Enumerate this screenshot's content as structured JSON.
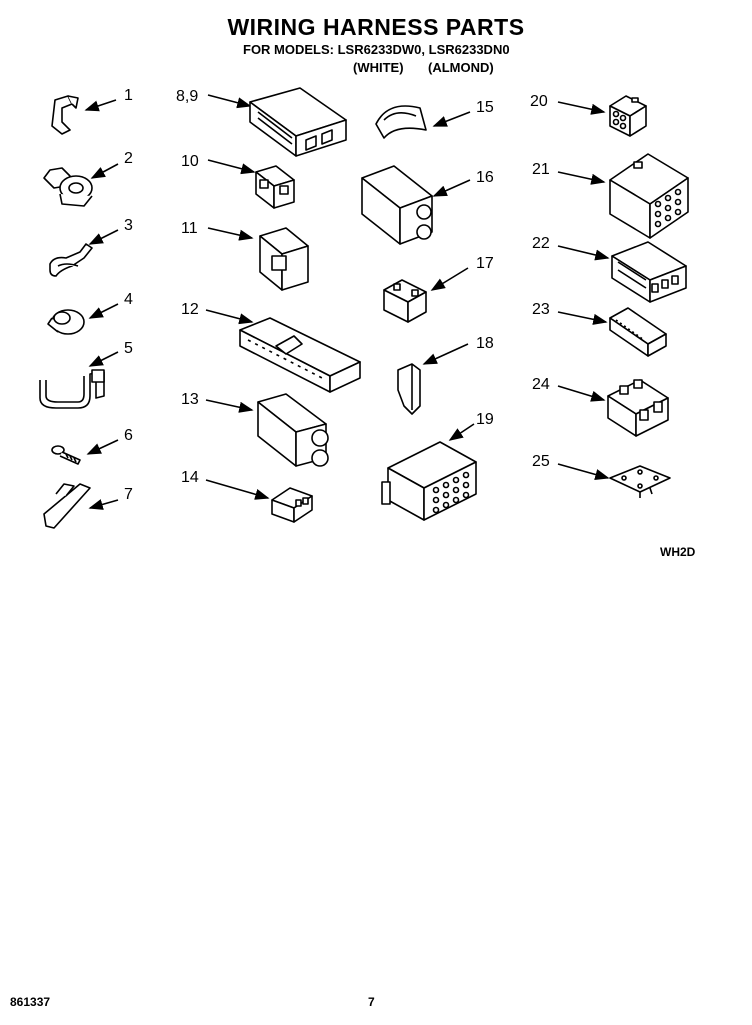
{
  "header": {
    "title": "WIRING HARNESS PARTS",
    "models_line": "FOR MODELS: LSR6233DW0, LSR6233DN0",
    "variant_white": "(WHITE)",
    "variant_almond": "(ALMOND)"
  },
  "callouts": [
    "1",
    "2",
    "3",
    "4",
    "5",
    "6",
    "7",
    "8,9",
    "10",
    "11",
    "12",
    "13",
    "14",
    "15",
    "16",
    "17",
    "18",
    "19",
    "20",
    "21",
    "22",
    "23",
    "24",
    "25"
  ],
  "diagram_code": "WH2D",
  "footer": {
    "doc_number": "861337",
    "page_number": "7"
  }
}
